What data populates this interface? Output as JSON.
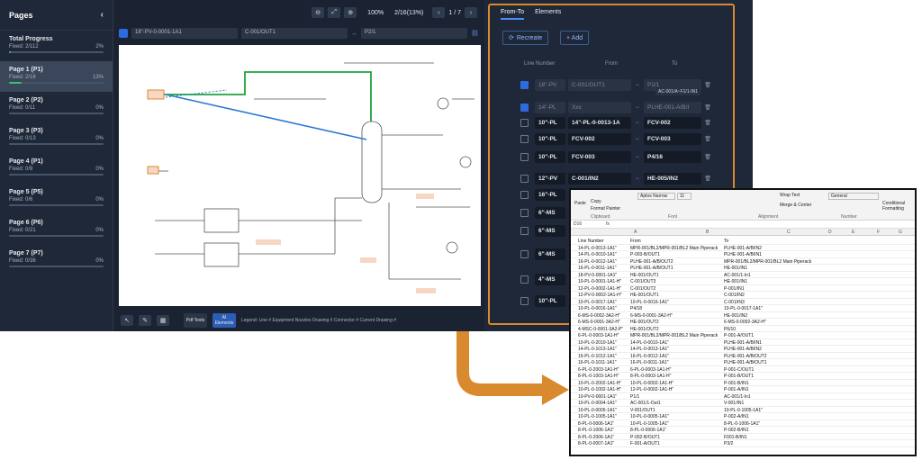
{
  "pages_panel": {
    "title": "Pages",
    "items": [
      {
        "name": "Total Progress",
        "fixed": "Fixed: 2/112",
        "pct": "2%",
        "progress": 0.02
      },
      {
        "name": "Page 1 (P1)",
        "fixed": "Fixed: 2/16",
        "pct": "13%",
        "progress": 0.13
      },
      {
        "name": "Page 2 (P2)",
        "fixed": "Fixed: 0/11",
        "pct": "0%",
        "progress": 0
      },
      {
        "name": "Page 3 (P3)",
        "fixed": "Fixed: 0/13",
        "pct": "0%",
        "progress": 0
      },
      {
        "name": "Page 4 (P1)",
        "fixed": "Fixed: 0/9",
        "pct": "0%",
        "progress": 0
      },
      {
        "name": "Page 5 (P5)",
        "fixed": "Fixed: 0/6",
        "pct": "0%",
        "progress": 0
      },
      {
        "name": "Page 6 (P6)",
        "fixed": "Fixed: 0/21",
        "pct": "0%",
        "progress": 0
      },
      {
        "name": "Page 7 (P7)",
        "fixed": "Fixed: 0/36",
        "pct": "0%",
        "progress": 0
      }
    ]
  },
  "viewer": {
    "zoom": "100%",
    "count": "2/16(13%)",
    "page": "1 / 7",
    "field1": "18\"-PV-0-0001-1A1",
    "field2": "C-001/OUT1",
    "field3": "P2/1",
    "bottom_pdf": "Pdf Texts",
    "bottom_ai": "AI Elements",
    "legend": "Legend:  Line #   Equipment   Nozzles   Drawing #   Connector #   Current Drawing #"
  },
  "right_panel": {
    "tab1": "From-To",
    "tab2": "Elements",
    "recreate": "Recreate",
    "add": "+ Add",
    "col_line": "Line Number",
    "col_from": "From",
    "col_to": "To",
    "rows": [
      {
        "line": "18\"-PV",
        "from": "C-001/OUT1",
        "to": "P2/1",
        "dim": true,
        "checked": true
      },
      {
        "line": "14\"-PL",
        "from": "Xxx",
        "to": "PLHE-001-A/B/I",
        "dim": true,
        "checked": true
      },
      {
        "line": "10\"-PL",
        "from": "14\"-PL-0-0013-1A",
        "to": "FCV-002",
        "dim": false,
        "checked": false
      },
      {
        "line": "10\"-PL",
        "from": "FCV-002",
        "to": "FCV-003",
        "dim": false,
        "checked": false
      },
      {
        "line": "10\"-PL",
        "from": "FCV-003",
        "to": "P4/16",
        "dim": false,
        "checked": false
      },
      {
        "line": "12\"-PV",
        "from": "C-001/IN2",
        "to": "HE-005/IN2",
        "dim": false,
        "checked": false
      },
      {
        "line": "16\"-PL",
        "from": "",
        "to": "",
        "dim": false,
        "checked": false
      },
      {
        "line": "6\"-MS",
        "from": "",
        "to": "",
        "dim": false,
        "checked": false
      },
      {
        "line": "6\"-MS",
        "from": "",
        "to": "",
        "dim": false,
        "checked": false
      },
      {
        "line": "6\"-MS",
        "from": "",
        "to": "",
        "dim": false,
        "checked": false
      },
      {
        "line": "4\"-MS",
        "from": "",
        "to": "",
        "dim": false,
        "checked": false
      },
      {
        "line": "10\"-PL",
        "from": "",
        "to": "",
        "dim": false,
        "checked": false
      }
    ],
    "note": "AC-001/A~F1/1-IN1"
  },
  "excel": {
    "paste": "Paste",
    "copy": "Copy",
    "format_painter": "Format Painter",
    "clipboard": "Clipboard",
    "font_name": "Aptos Narrow",
    "font_size": "11",
    "font": "Font",
    "wrap": "Wrap Text",
    "merge": "Merge & Center",
    "alignment": "Alignment",
    "general": "General",
    "number": "Number",
    "cond": "Conditional Formatting",
    "cell_ref": "D16",
    "col_letters": [
      "A",
      "B",
      "C",
      "D",
      "E",
      "F",
      "G"
    ],
    "rows": [
      [
        "Line Number",
        "From",
        "To"
      ],
      [
        "14-PL-0-0013-1A1\"",
        "MPR-001/BL2/MPR-001/BL2 Main Piperack",
        "PLHE-001-A/B/IN2"
      ],
      [
        "14-PL-0-0010-1A1\"",
        "P-003-B/OUT1",
        "PLHE-001-A/B/IN1"
      ],
      [
        "16-PL-0-0012-1A1\"",
        "PLHE-001-A/B/OUT2",
        "MPR-001/BL2/MPR-001/BL2 Main Piperack"
      ],
      [
        "16-PL-0-0011-1A1\"",
        "PLHE-001-A/B/OUT1",
        "HE-001/IN1"
      ],
      [
        "18-PV-0-0001-1A1\"",
        "HE-001/OUT1",
        "AC-001/1-In1"
      ],
      [
        "10-PL-0-0001-1A1-H\"",
        "C-001/OUT3",
        "HE-001/IN1"
      ],
      [
        "12-PL-0-0002-1A1-H\"",
        "C-001/OUT2",
        "P-001/IN1"
      ],
      [
        "12-PV-0-0002-1A1-H\"",
        "HE-001/OUT1",
        "C-001/IN2"
      ],
      [
        "10-PL-0-0017-1A1\"",
        "10-PL-0-0016-1A1\"",
        "C-001/IN3"
      ],
      [
        "10-PL-0-0016-1A1\"",
        "P4/18",
        "10-PL-0-0017-1A1\""
      ],
      [
        "6-MS-0-0002-3A2-H\"",
        "6-MS-0-0001-3A2-H\"",
        "HE-001/IN2"
      ],
      [
        "6-MS-0-0001-3A2-H\"",
        "HE-001/OUT2",
        "6-MS-0-0002-3A2-H\""
      ],
      [
        "4-MSC-0-0001-3A2-P\"",
        "HE-001/OUT2",
        "P6/10"
      ],
      [
        "6-PL-0-0003-1A1-H\"",
        "MPR-001/BL2/MPR-001/BL2 Main Piperack",
        "P-001-A/OUT1"
      ],
      [
        "10-PL-0-2010-1A1\"",
        "14-PL-0-0010-1A1\"",
        "PLHE-001-A/B/IN1"
      ],
      [
        "14-PL-0-1013-1A1\"",
        "14-PL-0-0013-1A1\"",
        "PLHE-001-A/B/IN2"
      ],
      [
        "16-PL-0-1012-1A1\"",
        "16-PL-0-0012-1A1\"",
        "PLHE-001-A/B/OUT2"
      ],
      [
        "16-PL-0-1011-1A1\"",
        "16-PL-0-0011-1A1\"",
        "PLHE-001-A/B/OUT1"
      ],
      [
        "6-PL-0-2003-1A1-H\"",
        "6-PL-0-0003-1A1-H\"",
        "P-001-C/OUT1"
      ],
      [
        "8-PL-0-1003-1A1-H\"",
        "8-PL-0-0003-1A1-H\"",
        "P-001-B/OUT1"
      ],
      [
        "10-PL-0-2002-1A1-H\"",
        "10-PL-0-0002-1A1-H\"",
        "P-001-B/IN1"
      ],
      [
        "10-PL-0-1002-1A1-H\"",
        "12-PL-0-0002-1A1-H\"",
        "P-001-A/IN1"
      ],
      [
        "10-PV-0-0001-1A1\"",
        "P1/1",
        "AC-001/1-In1"
      ],
      [
        "10-PL-0-0004-1A1\"",
        "AC-001/1-Out1",
        "V-001/IN1"
      ],
      [
        "10-PL-0-0005-1A1\"",
        "V-001/OUT1",
        "10-PL-0-1005-1A1\""
      ],
      [
        "10-PL-0-1005-1A1\"",
        "10-PL-0-0005-1A1\"",
        "P-002-A/IN1"
      ],
      [
        "8-PL-0-0006-1A1\"",
        "10-PL-0-1005-1A1\"",
        "8-PL-0-1006-1A1\""
      ],
      [
        "8-PL-0-1006-1A1\"",
        "8-PL-0-0006-1A1\"",
        "P-002-B/IN1"
      ],
      [
        "8-PL-0-2006-1A1\"",
        "P-002-B/OUT1",
        "F001-B/IN1"
      ],
      [
        "8-PL-0-0007-1A1\"",
        "F-001-A/OUT1",
        "P3/2"
      ]
    ]
  }
}
